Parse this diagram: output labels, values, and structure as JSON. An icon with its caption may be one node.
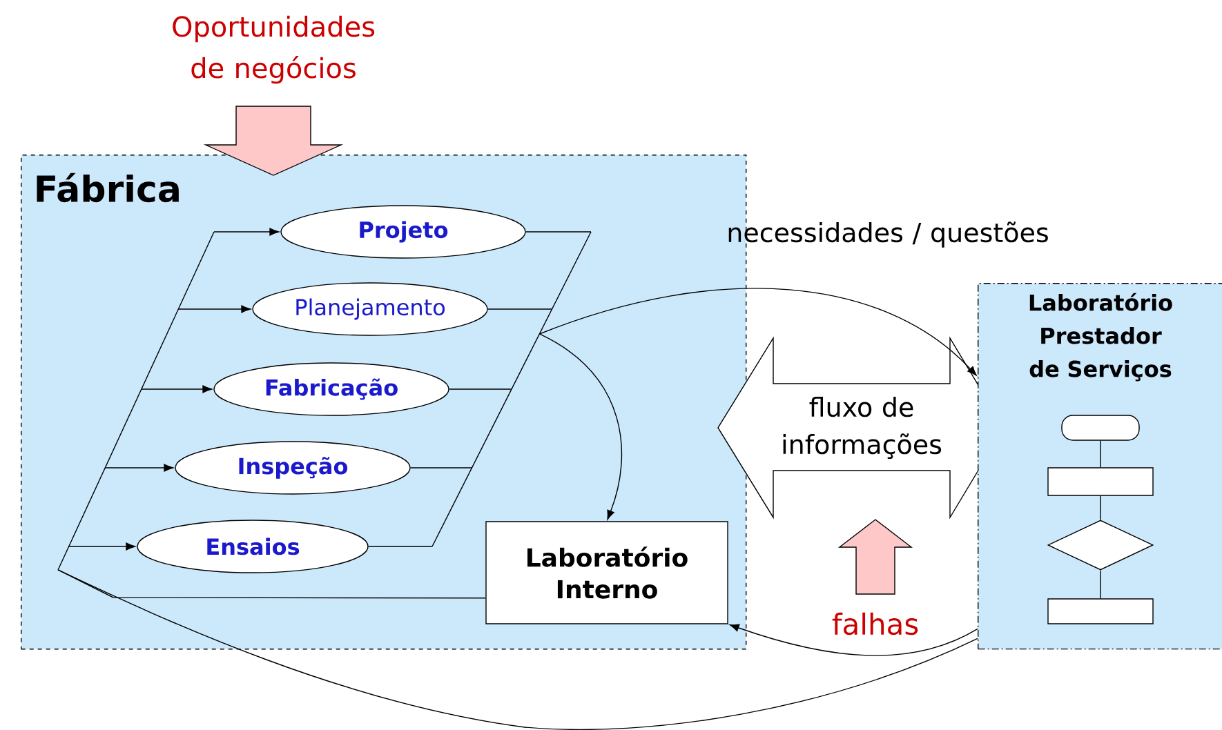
{
  "diagram": {
    "nodes": [
      {
        "text": [
          "Fábrica"
        ]
      },
      {
        "text": [
          "Projeto"
        ],
        "in": 0
      },
      {
        "text": [
          "Planejamento"
        ],
        "in": 0
      },
      {
        "text": [
          "Fabricação"
        ],
        "in": 0
      },
      {
        "text": [
          "Inspeção"
        ],
        "in": 0
      },
      {
        "text": [
          "Ensaios"
        ],
        "in": 0
      },
      {
        "text": [
          "Laboratório Interno"
        ],
        "in": 0
      },
      {
        "text": [
          "fluxo de informações"
        ]
      },
      {
        "text": [
          "Laboratório Prestador de Serviços"
        ]
      },
      {
        "text": [],
        "shape": "capsule",
        "in": 8
      },
      {
        "text": [],
        "shape": "box",
        "in": 8
      },
      {
        "text": [],
        "shape": "diamond",
        "in": 8
      },
      {
        "text": [],
        "shape": "box",
        "in": 8
      },
      {
        "text": [
          "Oportunidades de negócios"
        ]
      },
      {
        "text": [
          "falhas"
        ]
      }
    ],
    "edges": [
      {
        "from": 13,
        "to": 0,
        "arrow": "to"
      },
      {
        "from": 6,
        "to": 1,
        "arrow": "to"
      },
      {
        "from": 6,
        "to": 2,
        "arrow": "to"
      },
      {
        "from": 6,
        "to": 3,
        "arrow": "to"
      },
      {
        "from": 6,
        "to": 4,
        "arrow": "to"
      },
      {
        "from": 6,
        "to": 5,
        "arrow": "to"
      },
      {
        "from": 1,
        "to": 6,
        "arrow": "to"
      },
      {
        "from": 2,
        "to": 6,
        "arrow": "to"
      },
      {
        "from": 3,
        "to": 6,
        "arrow": "to"
      },
      {
        "from": 4,
        "to": 6,
        "arrow": "to"
      },
      {
        "from": 5,
        "to": 6,
        "arrow": "to"
      },
      {
        "from": 1,
        "to": 8,
        "arrow": "to"
      },
      {
        "from": 2,
        "to": 8,
        "arrow": "to"
      },
      {
        "from": 3,
        "to": 8,
        "arrow": "to"
      },
      {
        "from": 4,
        "to": 8,
        "arrow": "to"
      },
      {
        "from": 5,
        "to": 8,
        "arrow": "to"
      },
      {
        "from": 8,
        "to": 6,
        "arrow": "to"
      },
      {
        "from": 8,
        "to": 1,
        "arrow": "to"
      },
      {
        "from": 8,
        "to": 2,
        "arrow": "to"
      },
      {
        "from": 8,
        "to": 3,
        "arrow": "to"
      },
      {
        "from": 8,
        "to": 4,
        "arrow": "to"
      },
      {
        "from": 8,
        "to": 5,
        "arrow": "to"
      },
      {
        "from": 14,
        "to": 7,
        "arrow": "to"
      },
      {
        "from": 9,
        "to": 10,
        "arrow": "none"
      },
      {
        "from": 10,
        "to": 11,
        "arrow": "none"
      },
      {
        "from": 11,
        "to": 12,
        "arrow": "none"
      }
    ],
    "labels": [
      "necessidades / questões"
    ]
  }
}
